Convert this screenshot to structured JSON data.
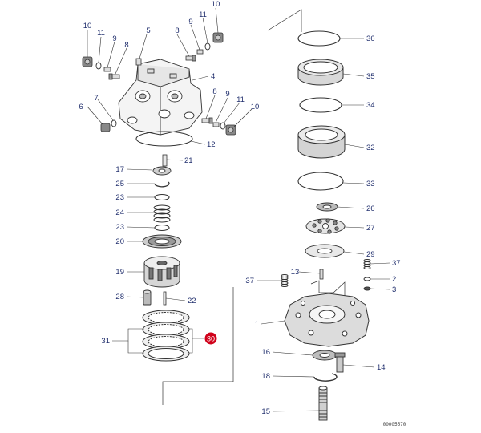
{
  "colors": {
    "line": "#333333",
    "label": "#22306e",
    "highlight": "#d0021b",
    "highlight_text": "#ffffff",
    "metal": "#d8d8d8",
    "dark": "#555555"
  },
  "parts": {
    "p1": "1",
    "p2": "2",
    "p3": "3",
    "p4": "4",
    "p5": "5",
    "p6": "6",
    "p7": "7",
    "p8": "8",
    "p9": "9",
    "p10": "10",
    "p11": "11",
    "p12": "12",
    "p13": "13",
    "p14": "14",
    "p15": "15",
    "p16": "16",
    "p17": "17",
    "p18": "18",
    "p19": "19",
    "p20": "20",
    "p21": "21",
    "p22": "22",
    "p23": "23",
    "p24": "24",
    "p25": "25",
    "p26": "26",
    "p27": "27",
    "p28": "28",
    "p29": "29",
    "p30": "30",
    "p31": "31",
    "p32": "32",
    "p33": "33",
    "p34": "34",
    "p35": "35",
    "p36": "36",
    "p37": "37"
  },
  "drawing_ref": "00005570"
}
